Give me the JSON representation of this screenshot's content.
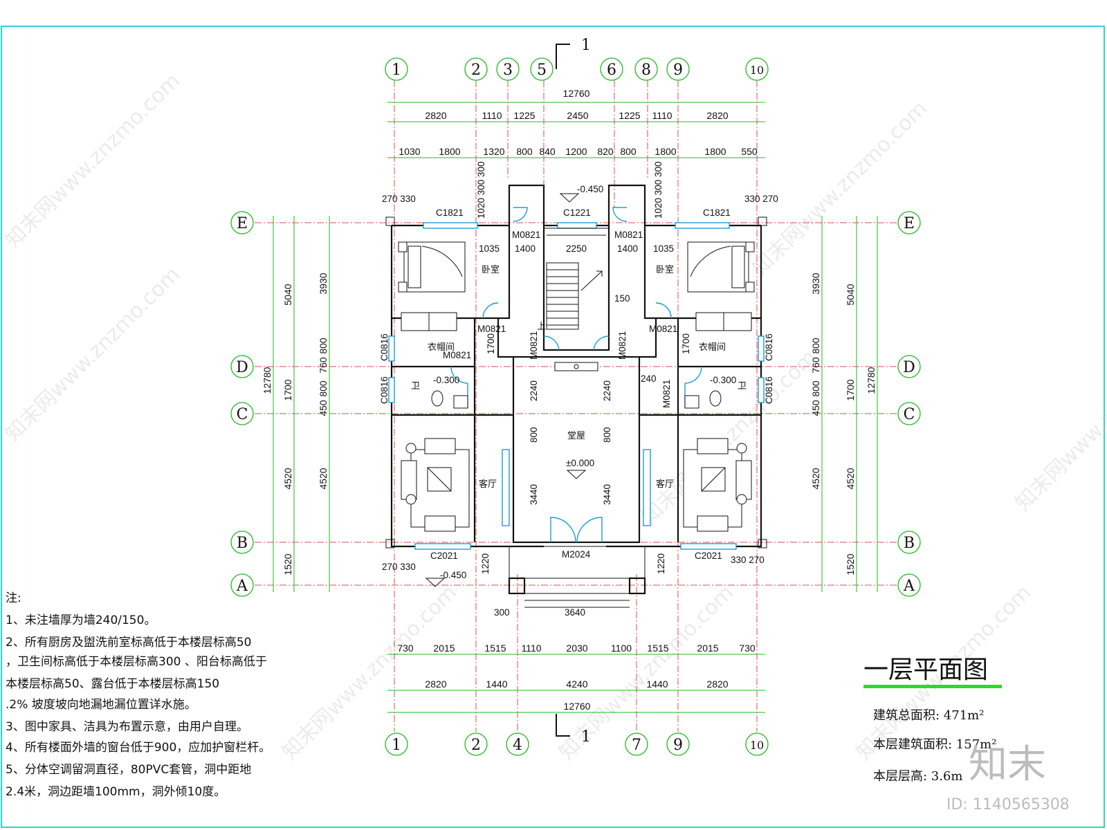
{
  "axes_top": [
    "1",
    "2",
    "3",
    "5",
    "6",
    "8",
    "9",
    "10"
  ],
  "axes_bottom": [
    "1",
    "2",
    "4",
    "7",
    "9",
    "10"
  ],
  "axes_left": [
    "E",
    "D",
    "C",
    "B",
    "A"
  ],
  "axes_right": [
    "E",
    "D",
    "C",
    "B",
    "A"
  ],
  "section_mark": "1",
  "dims_top_total": "12760",
  "dims_top_row2": [
    "2820",
    "1110",
    "1225",
    "2450",
    "1225",
    "1110",
    "2820"
  ],
  "dims_top_row3": [
    "1030",
    "1800",
    "1320",
    "800",
    "840",
    "1200",
    "820",
    "800",
    "1800",
    "1800",
    "550"
  ],
  "dims_bottom_row1": [
    "730",
    "2015",
    "1515",
    "1110",
    "2030",
    "1100",
    "1515",
    "2015",
    "730"
  ],
  "dims_bottom_row2": [
    "2820",
    "1440",
    "4240",
    "1440",
    "2820"
  ],
  "dims_bottom_total": "12760",
  "dims_left_outer": [
    "5040",
    "1700",
    "4520",
    "1520"
  ],
  "dims_left_inner": [
    "3930",
    "800",
    "760",
    "800",
    "450",
    "4520"
  ],
  "dims_left_total": "12780",
  "dims_right_outer": [
    "5040",
    "1700",
    "4520",
    "1520"
  ],
  "dims_right_inner": [
    "3930",
    "800",
    "760",
    "800",
    "450",
    "4520"
  ],
  "dims_right_total": "12780",
  "labels": {
    "c1821_l": "C1821",
    "c1821_r": "C1821",
    "c1221": "C1221",
    "m0821_a": "M0821",
    "m0821_b": "M0821",
    "m0821_c": "M0821",
    "m0821_d": "M0821",
    "m0821_e": "M0821",
    "m0821_f": "M0821",
    "m0821_g": "M0821",
    "m0821_h": "M0821",
    "c0816_a": "C0816",
    "c0816_b": "C0816",
    "c0816_c": "C0816",
    "c0816_d": "C0816",
    "c2021_l": "C2021",
    "c2021_r": "C2021",
    "m2024": "M2024",
    "lvl_top": "-0.450",
    "lvl_bottom": "-0.450",
    "lvl_wc_l": "-0.300",
    "lvl_wc_r": "-0.300",
    "lvl_hall": "±0.000",
    "d1035_l": "1035",
    "d1400_l": "1400",
    "d2250": "2250",
    "d1400_r": "1400",
    "d1035_r": "1035",
    "d150": "150",
    "d1700_l": "1700",
    "d1700_r": "1700",
    "d240": "240",
    "d2240_l": "2240",
    "d2240_r": "2240",
    "d800_l": "800",
    "d800_r": "800",
    "d3440_l": "3440",
    "d3440_r": "3440",
    "d3640": "3640",
    "d270_330_tl": "270 330",
    "d330_270_tr": "330 270",
    "d270_330_bl": "270 330",
    "d330_270_br": "330 270",
    "d1020_300_300_l": "1020 300 300",
    "d1020_300_300_r": "1020 300 300",
    "d1220_l": "1220",
    "d1220_r": "1220",
    "d300": "300"
  },
  "rooms": {
    "bedroom_l": "卧室",
    "bedroom_r": "卧室",
    "closet_l": "衣帽间",
    "closet_r": "衣帽间",
    "wc_l": "卫",
    "wc_r": "卫",
    "hall": "堂屋",
    "living_l": "客厅",
    "living_r": "客厅",
    "stair": "上"
  },
  "notes": {
    "title": "注:",
    "lines": [
      "1、未注墙厚为墙240/150。",
      "2、所有厨房及盥洗前室标高低于本楼层标高50",
      "，卫生间标高低于本楼层标高300 、阳台标高低于",
      "本楼层标高50、露台低于本楼层标高150",
      ".2% 坡度坡向地漏地漏位置详水施。",
      "3、图中家具、洁具为布置示意，由用户自理。",
      "4、所有楼面外墙的窗台低于900，应加护窗栏杆。",
      "5、分体空调留洞直径，80PVC套管，洞中距地",
      "2.4米，洞边距墙100mm，洞外倾10度。"
    ]
  },
  "title_block": {
    "title": "一层平面图",
    "total_area": "建筑总面积: 471m²",
    "floor_area": "本层建筑面积: 157m²",
    "floor_height": "本层层高: 3.6m"
  },
  "watermark": {
    "text": "知末网www.znzmo.com",
    "logo": "知末",
    "id": "ID: 1140565308"
  },
  "colors": {
    "frame": "#2fd2d2",
    "dimension": "#1fb81f",
    "axis": "#d94c4c",
    "window_door": "#1e9bd7",
    "wall": "#111111"
  }
}
